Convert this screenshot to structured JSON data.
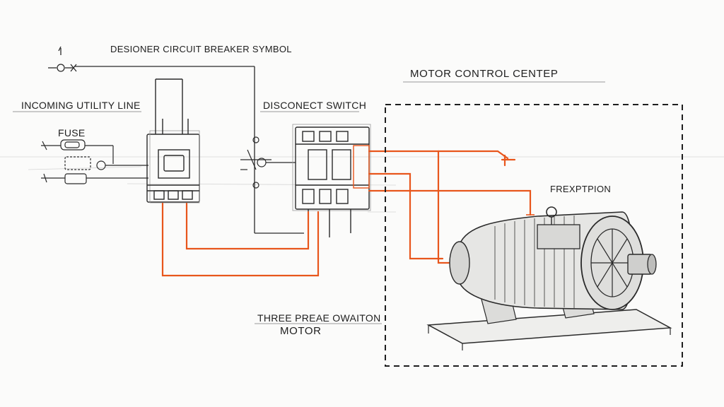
{
  "labels": {
    "breaker_symbol": "DESIONER CIRCUIT  BREAKER SYMBOL",
    "incoming_line": "INCOMING UTILITY LINE",
    "fuse": "FUSE",
    "disconnect_switch": "DISCONECT SWITCH",
    "mcc": "MOTOR  CONTROL CENTEP",
    "protection": "FREXPTPION",
    "motor_line1": "THREE PREAE OWAITON",
    "motor_line2": "MOTOR"
  },
  "colors": {
    "ink": "#2a2a2a",
    "wire_accent": "#e8561c",
    "pencil": "#8c8c8c",
    "background": "#fbfbfa"
  }
}
